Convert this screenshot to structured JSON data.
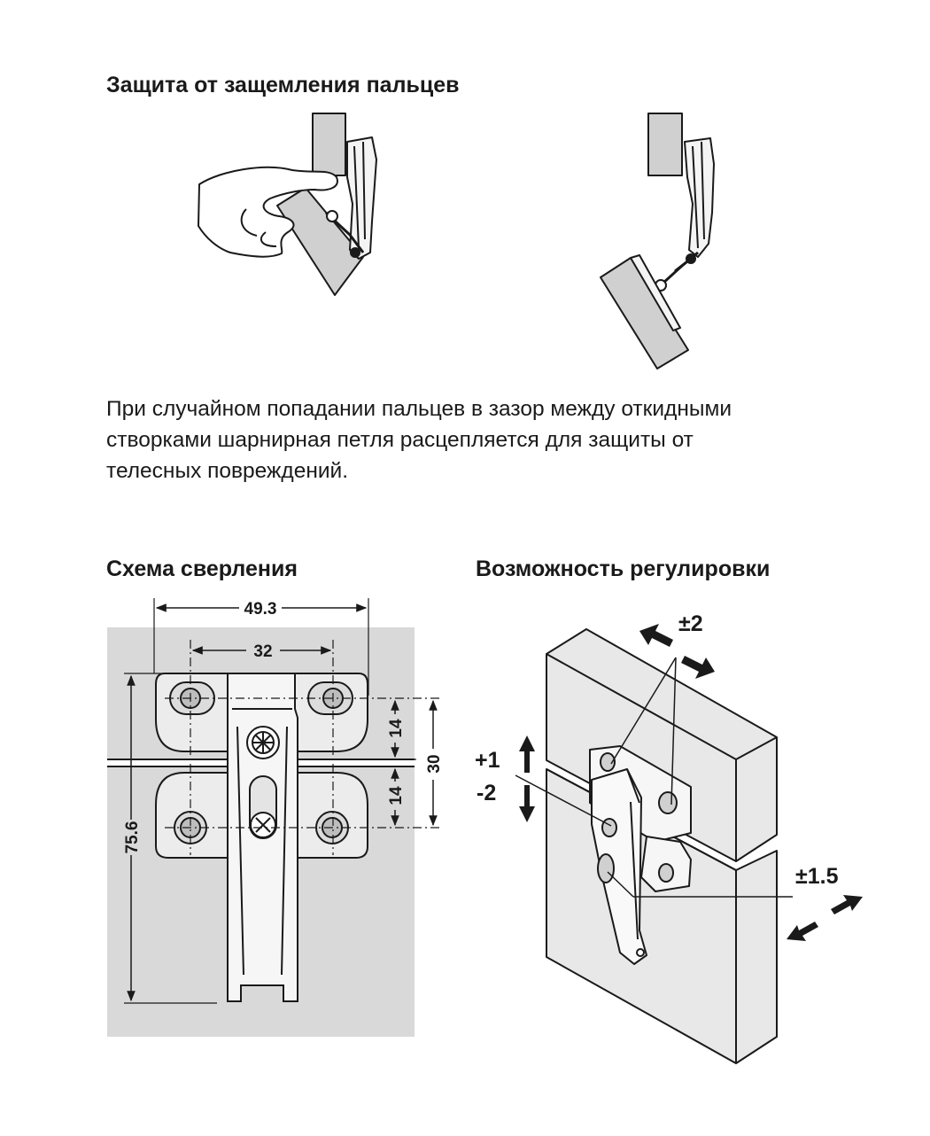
{
  "sections": {
    "finger_protection": {
      "title": "Защита от защемления пальцев",
      "description_lines": [
        "При случайном попадании пальцев в зазор между откидными",
        "створками шарнирная петля расцепляется для защиты от",
        "телесных повреждений."
      ]
    },
    "drilling_scheme": {
      "title": "Схема сверления",
      "dimensions": {
        "overall_width": "49.3",
        "hole_spacing": "32",
        "offset_upper": "14",
        "offset_lower": "14",
        "hole_pitch_vertical": "30",
        "overall_height": "75.6"
      }
    },
    "adjustment": {
      "title": "Возможность регулировки",
      "labels": {
        "depth": "±2",
        "height_up": "+1",
        "height_down": "-2",
        "side": "±1.5"
      }
    }
  },
  "colors": {
    "drilling_background": "#d9d9d9",
    "panel_fill": "#e8e8e8",
    "ink": "#1a1a1a"
  }
}
